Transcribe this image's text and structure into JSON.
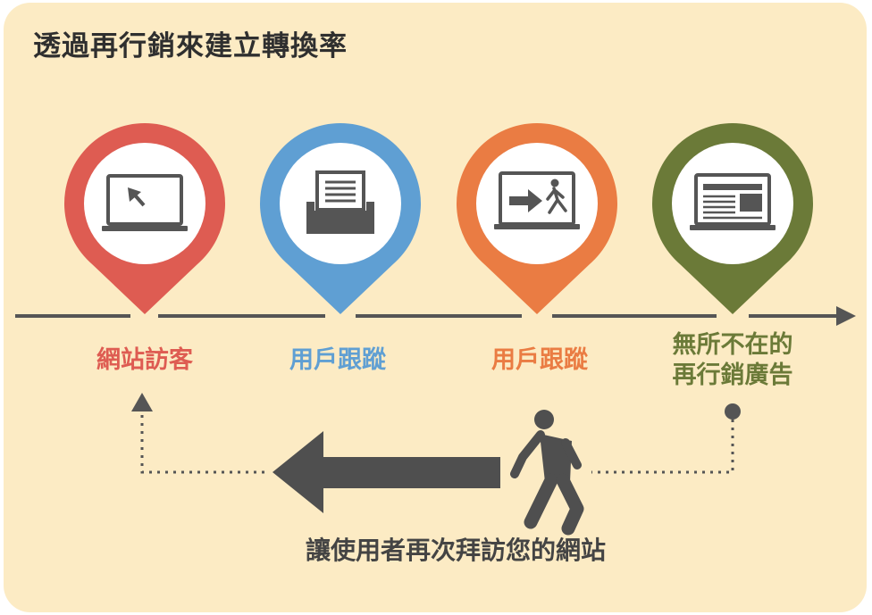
{
  "title": "透過再行銷來建立轉換率",
  "steps": [
    {
      "label": [
        "網站訪客"
      ],
      "color": "#de5c52",
      "icon": "laptop-cursor-icon"
    },
    {
      "label": [
        "用戶跟蹤"
      ],
      "color": "#5f9fd3",
      "icon": "inbox-tray-icon"
    },
    {
      "label": [
        "用戶跟蹤"
      ],
      "color": "#ea7c43",
      "icon": "exit-sign-icon"
    },
    {
      "label": [
        "無所不在的",
        "再行銷廣告"
      ],
      "color": "#6b7a38",
      "icon": "web-ad-icon"
    }
  ],
  "bottom_caption": "讓使用者再次拜訪您的網站",
  "colors": {
    "background": "#fcebc4",
    "line": "#555555",
    "walker": "#4f4f4f"
  }
}
